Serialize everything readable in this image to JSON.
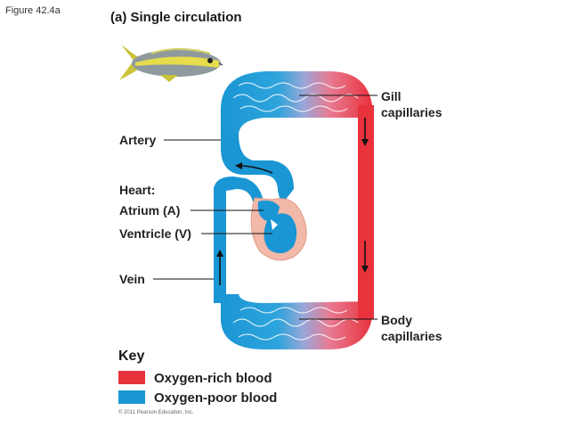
{
  "figure_label": "Figure 42.4a",
  "title": "(a) Single circulation",
  "labels": {
    "gill_capillaries": [
      "Gill",
      "capillaries"
    ],
    "artery": "Artery",
    "heart": "Heart:",
    "atrium": "Atrium (A)",
    "ventricle": "Ventricle (V)",
    "vein": "Vein",
    "body_capillaries": [
      "Body",
      "capillaries"
    ]
  },
  "key": {
    "title": "Key",
    "items": [
      {
        "label": "Oxygen-rich blood",
        "color": "#e8323c"
      },
      {
        "label": "Oxygen-poor blood",
        "color": "#1a96d4"
      }
    ]
  },
  "colors": {
    "oxygen_rich": "#e8323c",
    "oxygen_poor": "#1a96d4",
    "heart_tissue": "#f2b8a8"
  },
  "copyright": "© 2011 Pearson Education, Inc."
}
